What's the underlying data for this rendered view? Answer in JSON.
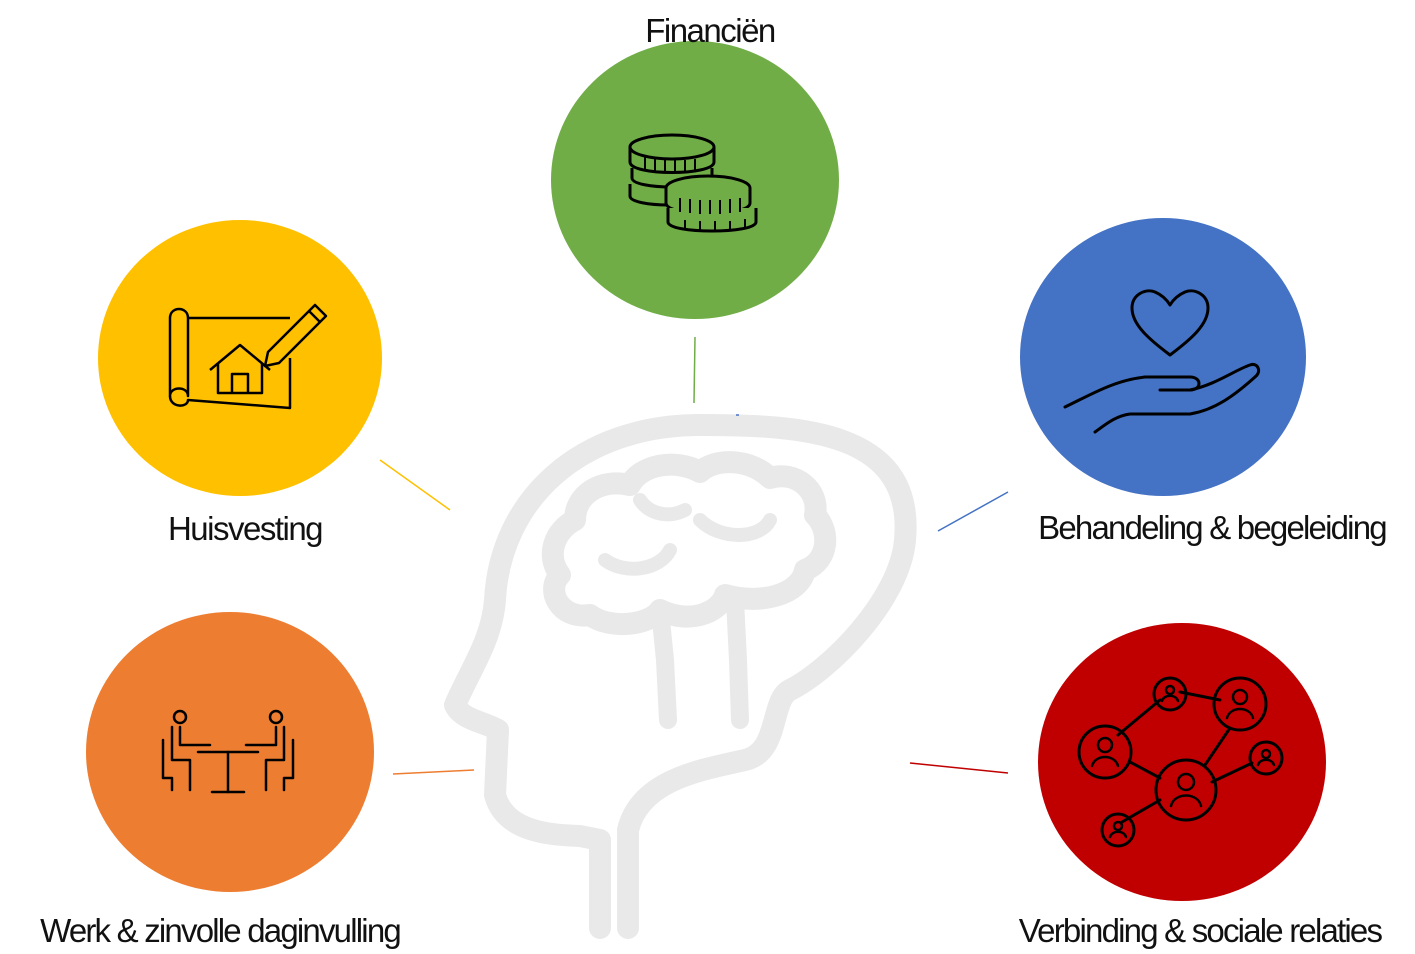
{
  "diagram": {
    "center": {
      "icon": "head-brain-icon",
      "stroke_color": "#e9e9e9"
    },
    "nodes": [
      {
        "id": "financien",
        "label": "Financiën",
        "color": "#70ad47",
        "icon": "coins-icon"
      },
      {
        "id": "huisvesting",
        "label": "Huisvesting",
        "color": "#ffc000",
        "icon": "house-blueprint-icon"
      },
      {
        "id": "behandeling",
        "label": "Behandeling & begeleiding",
        "color": "#4472c4",
        "icon": "heart-in-hand-icon"
      },
      {
        "id": "werk",
        "label": "Werk & zinvolle daginvulling",
        "color": "#ed7d31",
        "icon": "meeting-table-icon"
      },
      {
        "id": "verbinding",
        "label": "Verbinding & sociale relaties",
        "color": "#c00000",
        "icon": "people-network-icon"
      }
    ]
  }
}
